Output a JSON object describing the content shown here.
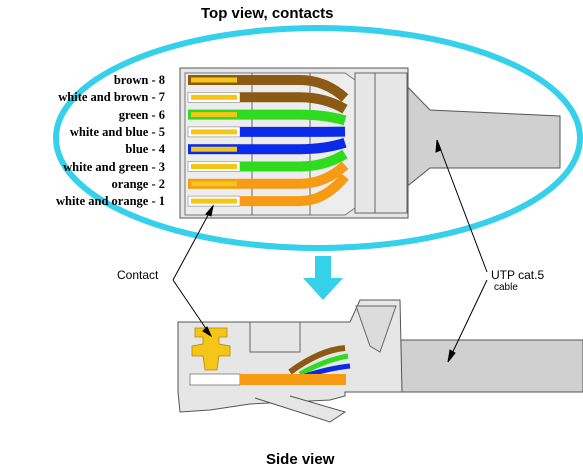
{
  "titles": {
    "top": "Top view, contacts",
    "bottom": "Side view"
  },
  "wires": [
    {
      "label": "brown - 8",
      "main": "#8B5A14",
      "stripe": false
    },
    {
      "label": "white and brown - 7",
      "main": "#8B5A14",
      "stripe": true
    },
    {
      "label": "green - 6",
      "main": "#2EDB1E",
      "stripe": false
    },
    {
      "label": "white and blue - 5",
      "main": "#0A2AE8",
      "stripe": true
    },
    {
      "label": "blue - 4",
      "main": "#0A2AE8",
      "stripe": false
    },
    {
      "label": "white and green - 3",
      "main": "#2EDB1E",
      "stripe": true
    },
    {
      "label": "orange - 2",
      "main": "#F79A14",
      "stripe": false
    },
    {
      "label": "white and orange - 1",
      "main": "#F79A14",
      "stripe": true
    }
  ],
  "callouts": {
    "contact": "Contact",
    "cable_line1": "UTP cat.5",
    "cable_line2": "cable"
  },
  "colors": {
    "ellipse": "#35D0EA",
    "arrow": "#35D0EA",
    "connector_body": "#E6E6E6",
    "cable": "#D0D0D0",
    "contact_gold": "#F5C518",
    "outline": "#555555"
  }
}
